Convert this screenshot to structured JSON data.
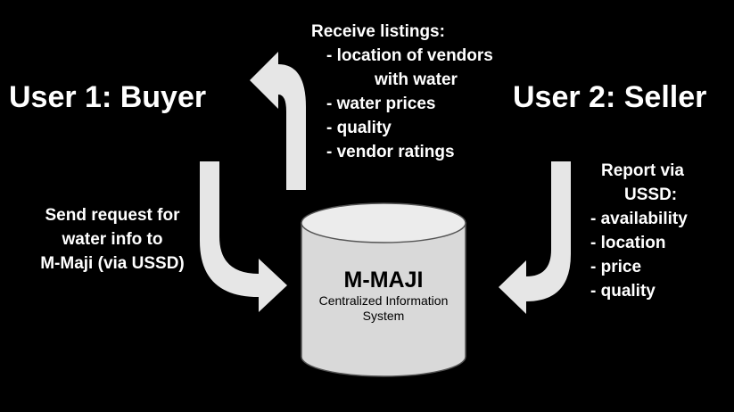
{
  "buyer": {
    "title": "User 1: Buyer",
    "request_lines": [
      "Send request for",
      "water info to",
      "M-Maji (via USSD)"
    ]
  },
  "seller": {
    "title": "User 2: Seller",
    "report_lines": [
      "Report via",
      "USSD:",
      "- availability",
      "- location",
      "- price",
      "- quality"
    ]
  },
  "listings": {
    "lines": [
      "Receive listings:",
      "- location of vendors",
      "with water",
      "- water prices",
      "- quality",
      "- vendor ratings"
    ]
  },
  "system": {
    "name": "M-MAJI",
    "subtitle_lines": [
      "Centralized Information",
      "System"
    ]
  },
  "colors": {
    "background": "#000000",
    "text": "#ffffff",
    "arrow_fill": "#e6e6e6",
    "cylinder_fill": "#d9d9d9",
    "cylinder_stroke": "#555555"
  }
}
